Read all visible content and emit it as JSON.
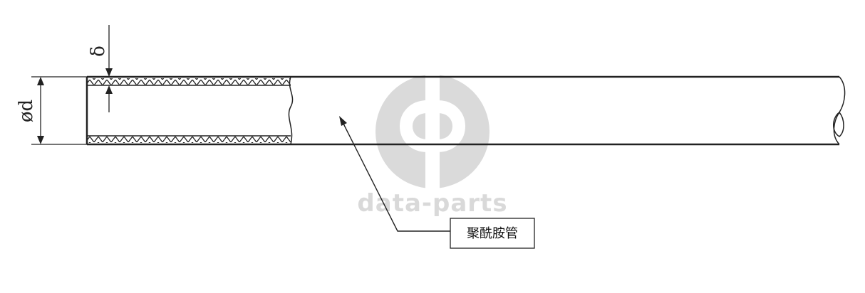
{
  "diagram": {
    "labels": {
      "wall_thickness": "δ",
      "diameter": "ød",
      "material_callout": "聚酰胺管"
    },
    "watermark": {
      "text": "data-parts",
      "color": "#d9d9d9"
    },
    "colors": {
      "line": "#222222",
      "watermark": "#d9d9d9"
    }
  }
}
